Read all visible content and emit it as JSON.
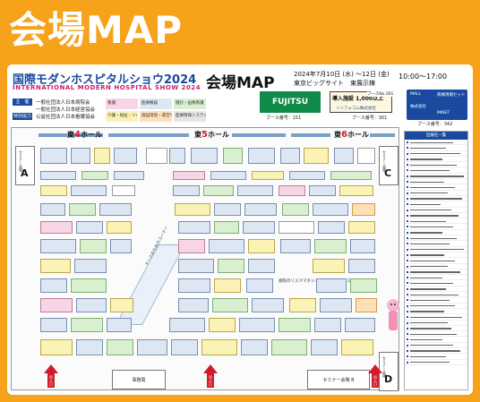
{
  "page": {
    "big_title": "会場MAP"
  },
  "header": {
    "logo_jp": "国際モダンホスピタルショウ2024",
    "logo_en": "INTERNATIONAL MODERN HOSPITAL SHOW 2024",
    "map_title": "会場MAP",
    "date": "2024年7月10日 (水) ～12日 (金)",
    "venue": "東京ビッグサイト　東展示棟",
    "hours": "10:00～17:00",
    "organizers": [
      {
        "tag": "主　催",
        "text": "一般社団法人日本病院会"
      },
      {
        "tag": "",
        "text": "一般社団法人日本経営協会"
      },
      {
        "tag": "特別協力",
        "text": "公益社団法人日本看護協会"
      }
    ],
    "categories": [
      {
        "label": "看護",
        "color": "#f6d6e4"
      },
      {
        "label": "医療機器",
        "color": "#dde7f3"
      },
      {
        "label": "健診・画像看護",
        "color": "#d8f0d0"
      },
      {
        "label": "介護・福祉・リハビリ",
        "color": "#fbf3b5"
      },
      {
        "label": "施設環境・運営サポート",
        "color": "#fde0b8"
      },
      {
        "label": "医療情報システム",
        "color": "#e6e6e6"
      }
    ]
  },
  "sponsors": {
    "fujitsu_label": "FUJITSU",
    "fujitsu_booth": "ブース番号：151",
    "info_label": "導入施設 1,000以上",
    "info_sub": "インフォコム株式会社",
    "info_booth_top": "ブースNo.301",
    "info_booth": "ブース番号：301",
    "partner_lines": [
      "MALL",
      "病棟現場セット",
      "株式会社",
      "MINET"
    ],
    "partner_booth": "ブース番号：342"
  },
  "map": {
    "halls": [
      {
        "prefix": "東",
        "num": "4",
        "suffix": "ホール"
      },
      {
        "prefix": "東",
        "num": "5",
        "suffix": "ホール"
      },
      {
        "prefix": "東",
        "num": "6",
        "suffix": "ホール"
      }
    ],
    "seminars": [
      {
        "text": "セミナー会場",
        "letter": "A"
      },
      {
        "text": "セミナー会場",
        "letter": "C"
      },
      {
        "text": "セミナー会場",
        "letter": "D"
      }
    ],
    "seminar_b": "セミナー会場 B",
    "office": "事務局",
    "entrance": "出入口",
    "diagonal_text": "ナースのためのコーナー",
    "center_text": "病院のリスクマネジメント展示スペース"
  },
  "list": {
    "head": "出展社一覧"
  },
  "colors": {
    "page_bg": "#f6a21a",
    "brand_blue": "#1a4aa0",
    "accent_red": "#d01c2d",
    "fujitsu_green": "#0f8b4a"
  }
}
